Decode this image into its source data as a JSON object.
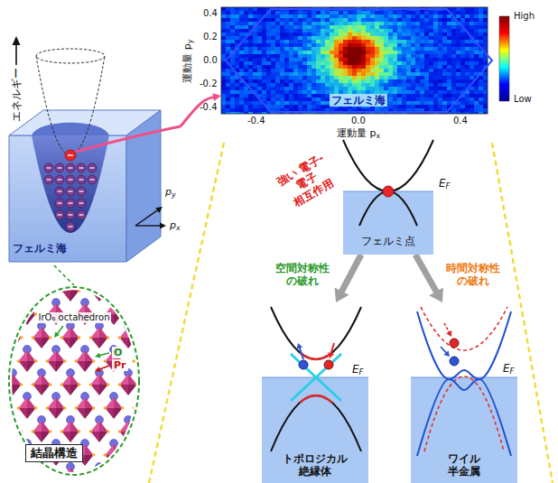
{
  "diagram": {
    "nodes": [
      {
        "text": [
          "フェルミ海"
        ]
      },
      {
        "text": [
          "IrO₆ octahedron",
          "O",
          "Pr"
        ]
      },
      {
        "text": [
          "結晶構造"
        ],
        "in": 1
      },
      {
        "text": [
          "フェルミ海"
        ]
      },
      {
        "text": [
          "フェルミ点"
        ]
      },
      {
        "text": [
          "トポロジカル 絶縁体"
        ]
      },
      {
        "text": [
          "ワイル 半金属"
        ]
      }
    ],
    "edges": [
      {
        "from": 0,
        "to": 1,
        "arrow": "none"
      },
      {
        "from": 0,
        "to": 3,
        "arrow": "to"
      },
      {
        "from": 4,
        "to": 5,
        "arrow": "to",
        "label": "空間対称性 の破れ"
      },
      {
        "from": 4,
        "to": 6,
        "arrow": "to",
        "label": "時間対称性 の破れ"
      }
    ],
    "labels": [
      "エネルギー",
      "py",
      "px",
      "運動量 py",
      "0.4",
      "0.2",
      "0.0",
      "-0.2",
      "-0.4",
      "-0.4",
      "0.0",
      "0.4",
      "運動量 px",
      "High",
      "Low",
      "EF",
      "強い 電子-電子 相互作用",
      "EF",
      "EF"
    ]
  }
}
